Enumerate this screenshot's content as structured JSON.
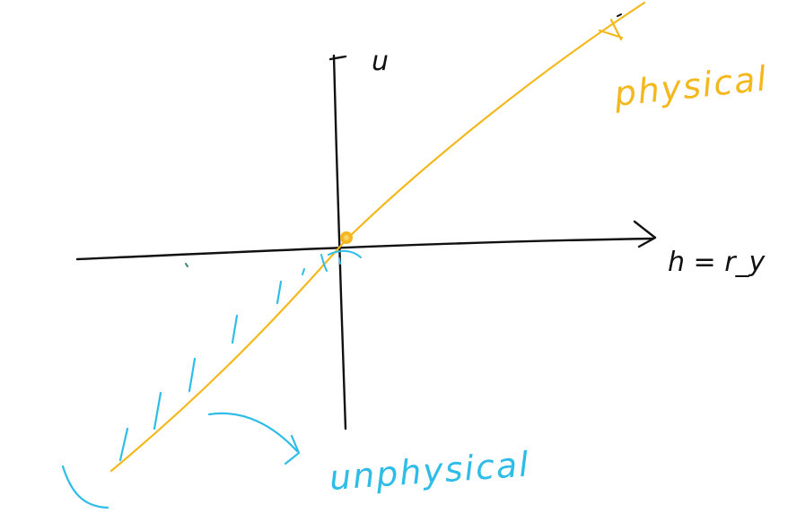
{
  "axes": {
    "vertical_label": "u",
    "horizontal_label": "h = r_y"
  },
  "lines": {
    "physical_label": "physical",
    "unphysical_label": "unphysical"
  },
  "colors": {
    "axis": "#111111",
    "physical": "#f4b81c",
    "unphysical": "#2fbde8",
    "stray_dot": "#2e8b57"
  }
}
